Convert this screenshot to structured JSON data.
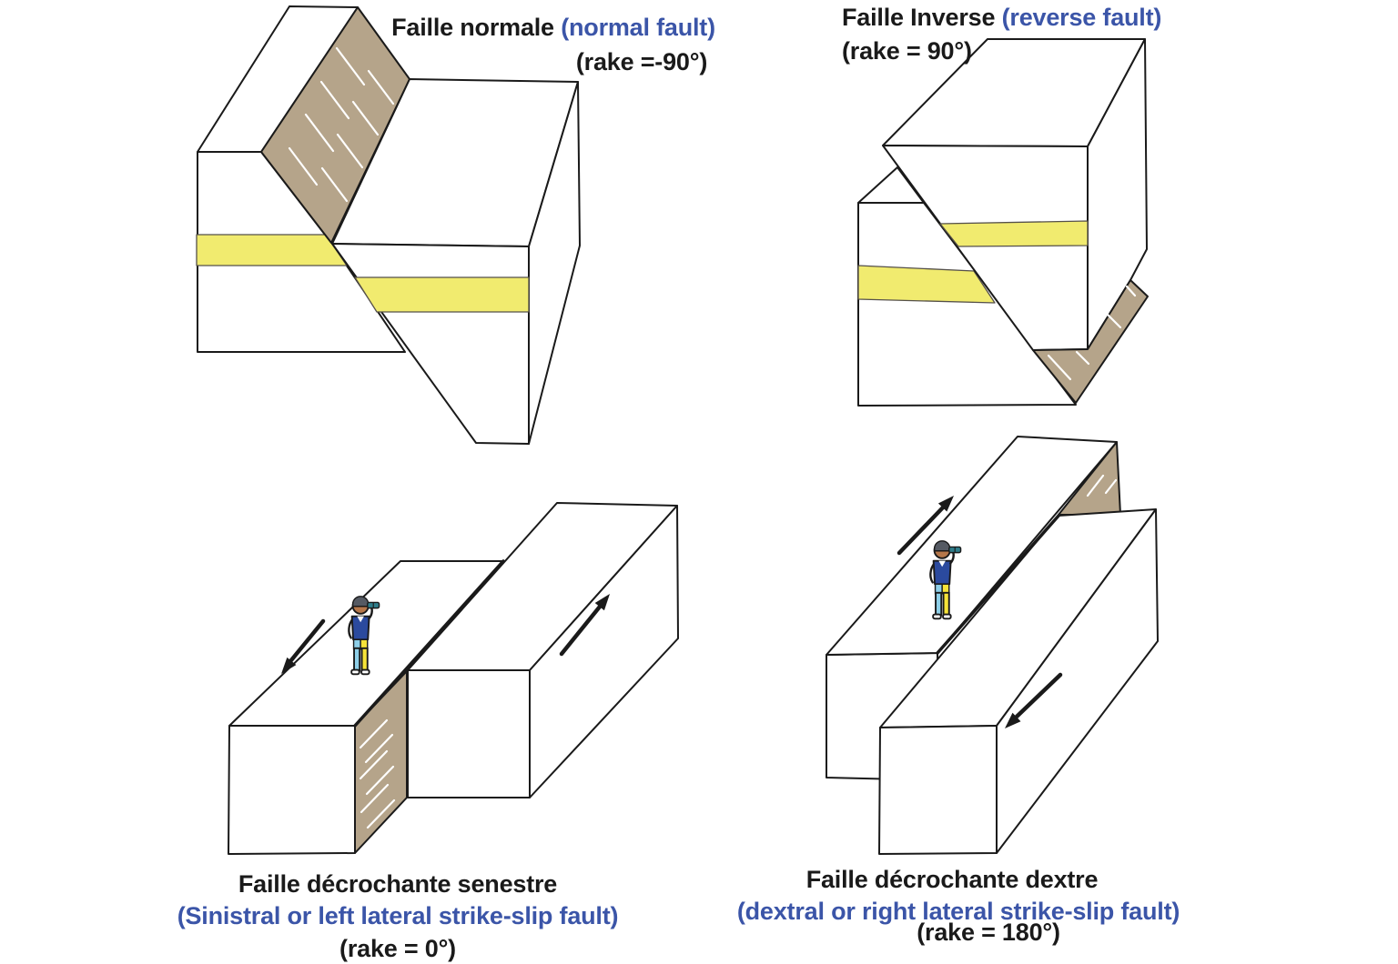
{
  "colors": {
    "marker_bed_yellow": "#f1eb6f",
    "fault_surface_tan": "#b5a48a",
    "label_blue": "#3b55a8",
    "ink": "#1a1a1a",
    "person_shirt_blue": "#2b4a9e",
    "person_pants_yellow": "#f6e339",
    "person_pants_lightblue": "#8ecfe8",
    "person_skin": "#b5774a",
    "person_cap_gray": "#555a63",
    "binoculars_teal": "#2e7d8a"
  },
  "panels": {
    "normal_fault": {
      "title_fr": "Faille normale",
      "title_en": "(normal fault)",
      "rake": "(rake =-90°)"
    },
    "reverse_fault": {
      "title_fr": "Faille Inverse",
      "title_en": "(reverse fault)",
      "rake": "(rake = 90°)"
    },
    "sinistral_fault": {
      "title_fr": "Faille décrochante senestre",
      "title_en": "(Sinistral or left lateral strike-slip fault)",
      "rake": "(rake = 0°)"
    },
    "dextral_fault": {
      "title_fr": "Faille décrochante dextre",
      "title_en": "(dextral or right lateral strike-slip fault)",
      "rake": "(rake = 180°)"
    }
  }
}
